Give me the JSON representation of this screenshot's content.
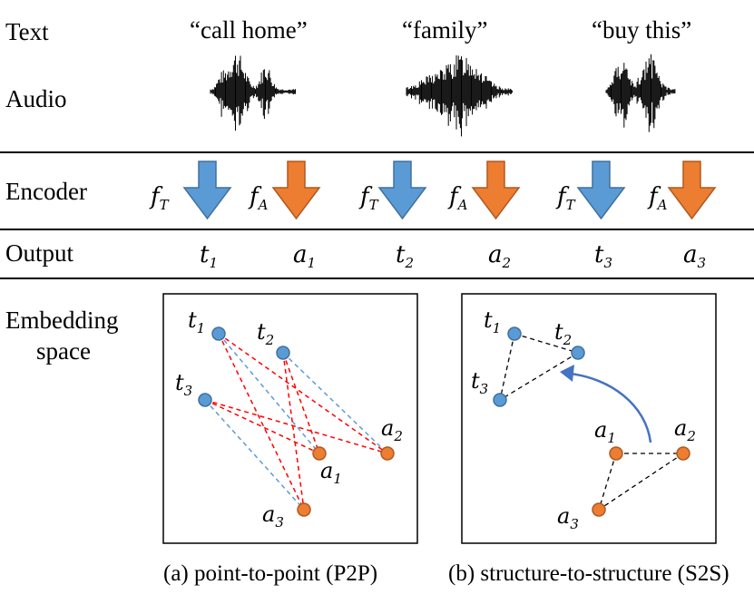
{
  "rows": {
    "text": "Text",
    "audio": "Audio",
    "encoder": "Encoder",
    "output": "Output",
    "embedding_line1": "Embedding",
    "embedding_line2": "space"
  },
  "phrases": [
    "“call home”",
    "“family”",
    "“buy this”"
  ],
  "encoders": {
    "text_base": "f",
    "text_sub": "T",
    "audio_base": "f",
    "audio_sub": "A"
  },
  "outputs": {
    "t1_base": "t",
    "t1_sub": "1",
    "a1_base": "a",
    "a1_sub": "1",
    "t2_base": "t",
    "t2_sub": "2",
    "a2_base": "a",
    "a2_sub": "2",
    "t3_base": "t",
    "t3_sub": "3",
    "a3_base": "a",
    "a3_sub": "3"
  },
  "captions": {
    "p2p": "(a) point-to-point (P2P)",
    "s2s": "(b) structure-to-structure (S2S)"
  },
  "colors": {
    "text_arrow": "#5b9bd5",
    "audio_arrow": "#ed7d31",
    "text_point": "#5b9bd5",
    "audio_point": "#ed7d31",
    "p2p_matched_pair_line": "#5b9bd5",
    "p2p_mismatched_pair_line": "#ff0000",
    "s2s_structure_line": "#000000",
    "s2s_transfer_arrow": "#4472c4"
  }
}
